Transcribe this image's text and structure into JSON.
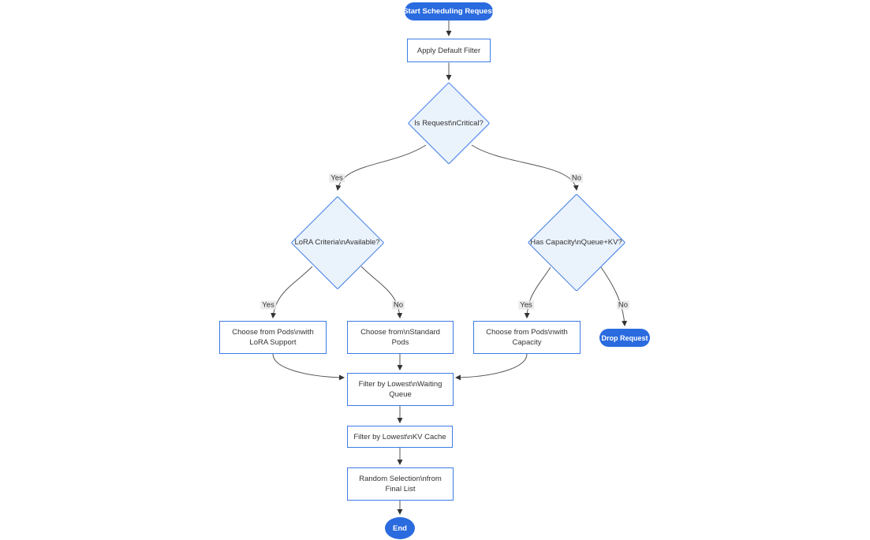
{
  "colors": {
    "node_primary": "#2A6BDF",
    "node_border": "#3D7BE5",
    "decision_fill": "#EAF2FC",
    "edge": "#555555",
    "text": "#333333",
    "edge_label_bg": "#E8E8E8"
  },
  "nodes": {
    "start": {
      "type": "pill",
      "label": "Start Scheduling Request"
    },
    "apply_filter": {
      "type": "rect",
      "label": "Apply Default Filter"
    },
    "is_critical": {
      "type": "diamond",
      "label": "Is Request\\nCritical?"
    },
    "lora_criteria": {
      "type": "diamond",
      "label": "LoRA Criteria\\nAvailable?"
    },
    "has_capacity": {
      "type": "diamond",
      "label": "Has Capacity\\nQueue+KV?"
    },
    "choose_lora": {
      "type": "rect",
      "label": "Choose from Pods\\nwith LoRA Support",
      "lines": [
        "Choose from Pods\\nwith",
        "LoRA Support"
      ]
    },
    "choose_standard": {
      "type": "rect",
      "label": "Choose from\\nStandard Pods",
      "lines": [
        "Choose from\\nStandard",
        "Pods"
      ]
    },
    "choose_capacity": {
      "type": "rect",
      "label": "Choose from Pods\\nwith Capacity",
      "lines": [
        "Choose from Pods\\nwith",
        "Capacity"
      ]
    },
    "drop_request": {
      "type": "pill",
      "label": "Drop Request"
    },
    "filter_queue": {
      "type": "rect",
      "label": "Filter by Lowest\\nWaiting Queue",
      "lines": [
        "Filter by Lowest\\nWaiting",
        "Queue"
      ]
    },
    "filter_kv": {
      "type": "rect",
      "label": "Filter by Lowest\\nKV Cache"
    },
    "random_selection": {
      "type": "rect",
      "label": "Random Selection\\nfrom Final List",
      "lines": [
        "Random Selection\\nfrom",
        "Final List"
      ]
    },
    "end": {
      "type": "terminal",
      "label": "End"
    }
  },
  "edges": [
    {
      "from": "start",
      "to": "apply_filter",
      "label": ""
    },
    {
      "from": "apply_filter",
      "to": "is_critical",
      "label": ""
    },
    {
      "from": "is_critical",
      "to": "lora_criteria",
      "label": "Yes"
    },
    {
      "from": "is_critical",
      "to": "has_capacity",
      "label": "No"
    },
    {
      "from": "lora_criteria",
      "to": "choose_lora",
      "label": "Yes"
    },
    {
      "from": "lora_criteria",
      "to": "choose_standard",
      "label": "No"
    },
    {
      "from": "has_capacity",
      "to": "choose_capacity",
      "label": "Yes"
    },
    {
      "from": "has_capacity",
      "to": "drop_request",
      "label": "No"
    },
    {
      "from": "choose_lora",
      "to": "filter_queue",
      "label": ""
    },
    {
      "from": "choose_standard",
      "to": "filter_queue",
      "label": ""
    },
    {
      "from": "choose_capacity",
      "to": "filter_queue",
      "label": ""
    },
    {
      "from": "filter_queue",
      "to": "filter_kv",
      "label": ""
    },
    {
      "from": "filter_kv",
      "to": "random_selection",
      "label": ""
    },
    {
      "from": "random_selection",
      "to": "end",
      "label": ""
    }
  ]
}
